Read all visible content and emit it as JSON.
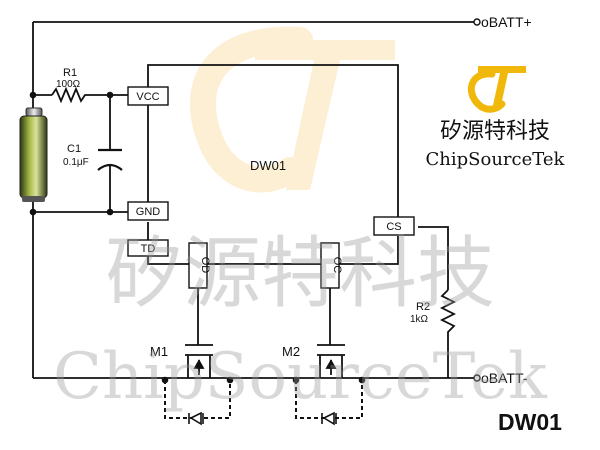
{
  "labels": {
    "batt_plus": "oBATT+",
    "batt_minus": "oBATT-",
    "r1_name": "R1",
    "r1_value": "100Ω",
    "c1_name": "C1",
    "c1_value": "0.1μF",
    "r2_name": "R2",
    "r2_value": "1kΩ",
    "m1": "M1",
    "m2": "M2",
    "chip": "DW01",
    "footer": "DW01"
  },
  "pins": {
    "vcc": "VCC",
    "gnd": "GND",
    "td": "TD",
    "cs": "CS",
    "od": "OD",
    "oc": "OC"
  },
  "logo": {
    "chinese": "矽源特科技",
    "english": "ChipSourceTek"
  },
  "watermark": {
    "chinese": "矽源特科技",
    "english": "ChipSourceTek"
  },
  "colors": {
    "wire": "#111111",
    "logo_gold": "#f1b80c",
    "watermark_gold": "#f6c866",
    "battery_green": "#7b8f2c"
  }
}
